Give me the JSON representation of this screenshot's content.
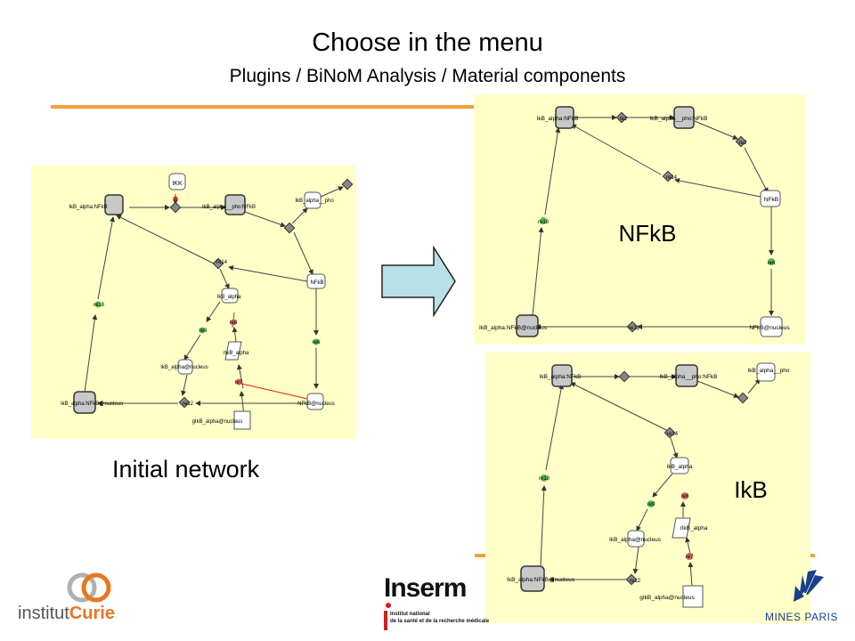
{
  "slide": {
    "title": "Choose in the menu",
    "subtitle": "Plugins / BiNoM Analysis / Material components",
    "initial_label": "Initial network",
    "nfkb_label": "NFkB",
    "ikb_label": "IkB"
  },
  "colors": {
    "panel_bg": "#ffffc8",
    "orange_line": "#f0a040",
    "arrow_fill": "#b8e0e8",
    "complex_node": "#c8c8c8",
    "reaction_node": "#888888",
    "green_node": "#55bb55",
    "red_node": "#dd6666",
    "curie_orange": "#e87722",
    "inserm_red": "#d42020"
  },
  "network": {
    "ikk": "IKK",
    "ikb_nfkb": "IkB_alpha:NFkB",
    "ikb_pho_nfkb": "IkB_alpha__pho:NFkB",
    "ikb_pho": "IkB_alpha__pho",
    "nfkb": "NFkB",
    "ikb_alpha": "IkB_alpha",
    "rikb_alpha": "rIkB_alpha",
    "ikb_nucleus": "IkB_alpha@nucleus",
    "gikb_nucleus": "gIkB_alpha@nucleus",
    "nfkb_nucleus": "NFkB@nucleus",
    "ikb_nfkb_nucleus": "IkB_alpha:NFkB@nucleus",
    "re2": "re2",
    "re3": "re3",
    "re6": "re6",
    "re7": "re7",
    "re8": "re8",
    "re9": "re9",
    "re12": "re12",
    "re14": "re14",
    "re18": "re18"
  },
  "logos": {
    "curie_prefix": "institut",
    "curie_name": "Curie",
    "inserm": "Inserm",
    "inserm_line1": "Institut national",
    "inserm_line2": "de la santé et de la recherche médicale",
    "mines": "MINES PARIS"
  }
}
